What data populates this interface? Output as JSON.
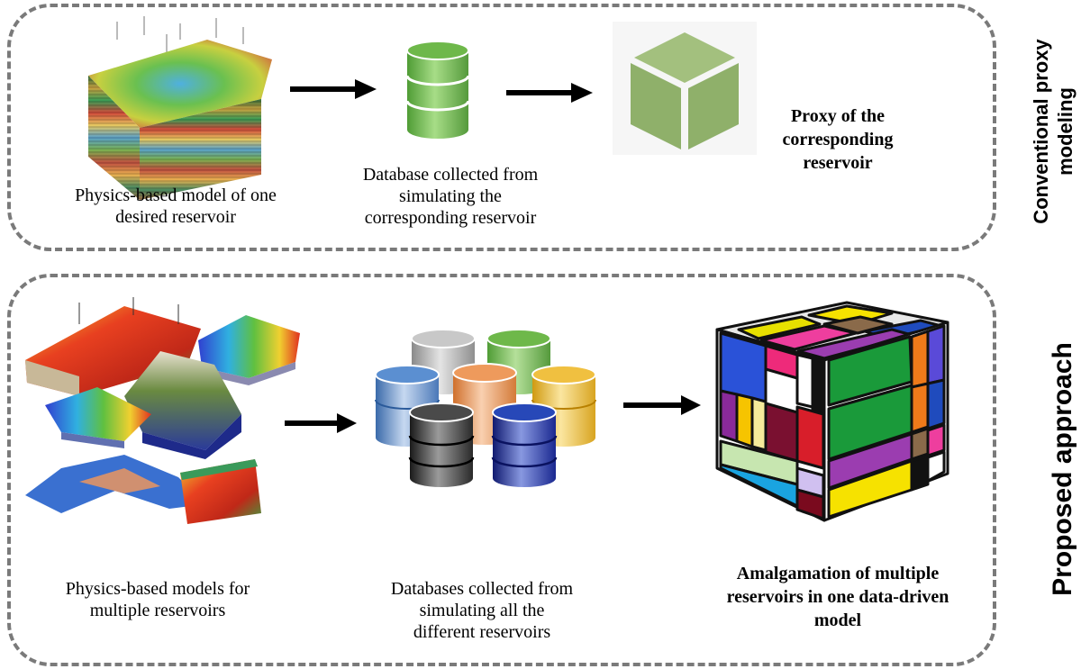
{
  "top_section": {
    "side_label_line1": "Conventional proxy",
    "side_label_line2": "modeling",
    "model_caption_line1": "Physics-based model of one",
    "model_caption_line2": "desired reservoir",
    "database_caption_line1": "Database collected from",
    "database_caption_line2": "simulating the",
    "database_caption_line3": "corresponding reservoir",
    "proxy_caption_line1": "Proxy of the",
    "proxy_caption_line2": "corresponding",
    "proxy_caption_line3": "reservoir"
  },
  "bottom_section": {
    "side_label": "Proposed approach",
    "models_caption_line1": "Physics-based models for",
    "models_caption_line2": "multiple reservoirs",
    "databases_caption_line1": "Databases collected from",
    "databases_caption_line2": "simulating  all the",
    "databases_caption_line3": "different reservoirs",
    "amalgamation_caption_line1": "Amalgamation of multiple",
    "amalgamation_caption_line2": "reservoirs in one data-driven",
    "amalgamation_caption_line3": "model"
  },
  "colors": {
    "panel_border": "#7a7a7a",
    "arrow": "#000000",
    "proxy_cube": "#8fb06a",
    "database_green": "#7cc05a",
    "database_gray": "#b0b0b0",
    "database_blue": "#5b8fd1",
    "database_orange": "#ee9a5c",
    "database_yellow": "#f0c040",
    "database_black": "#4a4a4a",
    "database_navy": "#2748b8"
  }
}
